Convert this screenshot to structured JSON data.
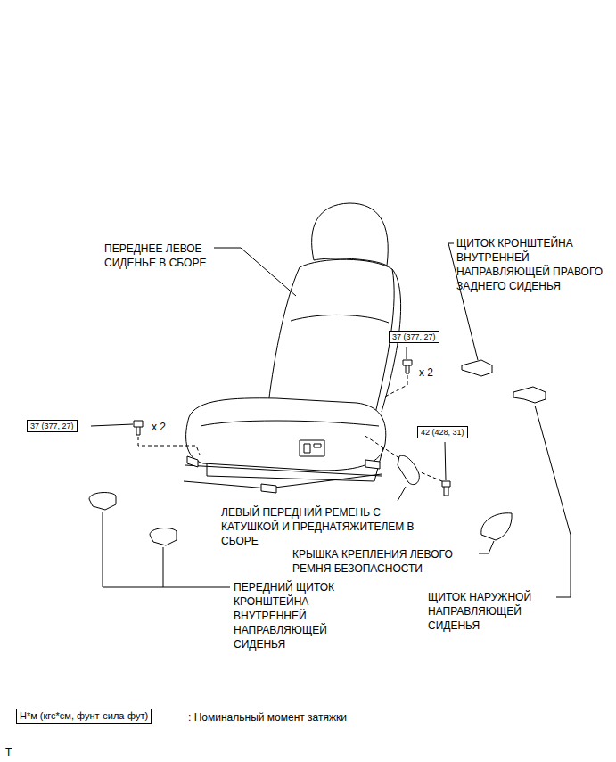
{
  "diagram": {
    "nodes": [
      {
        "text": [
          "37 (377, 27)"
        ]
      },
      {
        "text": [
          "37 (377, 27)"
        ]
      },
      {
        "text": [
          "42 (428, 31)"
        ]
      },
      {
        "text": [
          "Н*м (кгс*см, фунт-сила-фут)"
        ]
      }
    ],
    "labels": [
      "ЩИТОК КРОНШТЕЙНА ВНУТРЕННЕЙ НАПРАВЛЯЮЩЕЙ ПРАВОГО ЗАДНЕГО СИДЕНЬЯ",
      "ПЕРЕДНЕЕ ЛЕВОЕ СИДЕНЬЕ В СБОРЕ",
      "x 2",
      "x 2",
      "ЛЕВЫЙ ПЕРЕДНИЙ РЕМЕНЬ С КАТУШКОЙ И ПРЕДНАТЯЖИТЕЛЕМ В СБОРЕ",
      "КРЫШКА КРЕПЛЕНИЯ ЛЕВОГО РЕМНЯ БЕЗОПАСНОСТИ",
      "ПЕРЕДНИЙ ЩИТОК КРОНШТЕЙНА ВНУТРЕННЕЙ НАПРАВЛЯЮЩЕЙ СИДЕНЬЯ",
      "ЩИТОК НАРУЖНОЙ НАПРАВЛЯЮЩЕЙ СИДЕНЬЯ",
      ": Номинальный момент затяжки",
      "T"
    ]
  }
}
